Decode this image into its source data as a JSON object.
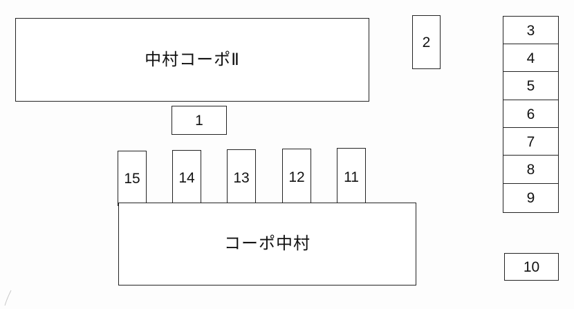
{
  "buildings": {
    "north": "中村コーポⅡ",
    "south": "コーポ中村"
  },
  "spaces": {
    "s1": "1",
    "s2": "2",
    "s3": "3",
    "s4": "4",
    "s5": "5",
    "s6": "6",
    "s7": "7",
    "s8": "8",
    "s9": "9",
    "s10": "10",
    "s11": "11",
    "s12": "12",
    "s13": "13",
    "s14": "14",
    "s15": "15"
  },
  "colors": {
    "line": "#222222",
    "background": "#ffffff"
  }
}
